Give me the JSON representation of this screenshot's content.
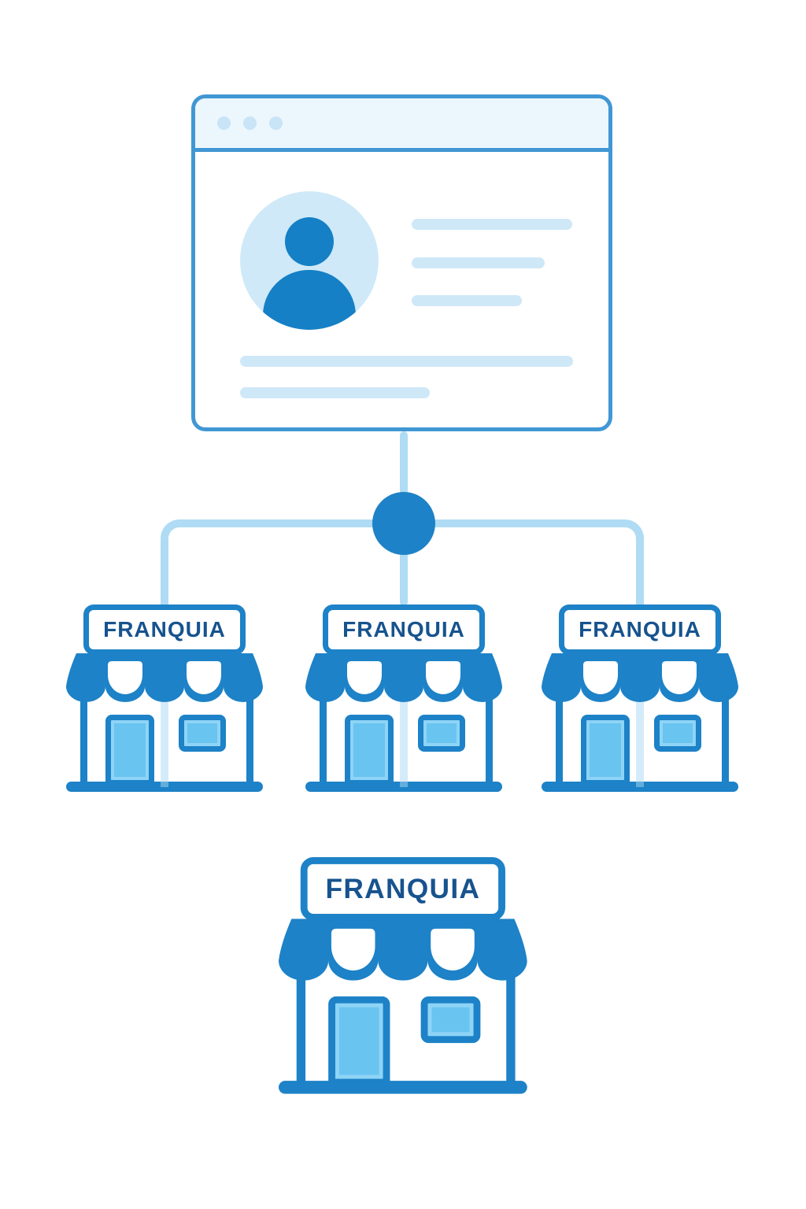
{
  "browser_card": {
    "window_controls_icon": "three-dots",
    "avatar_icon": "user-avatar",
    "placeholder_lines_icon": "text-skeleton"
  },
  "connector": {
    "hub_icon": "hub-node"
  },
  "stores": [
    {
      "label": "FRANQUIA"
    },
    {
      "label": "FRANQUIA"
    },
    {
      "label": "FRANQUIA"
    },
    {
      "label": "FRANQUIA"
    }
  ],
  "colors": {
    "primary_blue": "#1d82c7",
    "light_fill_blue": "#69c4f0",
    "pale_skeleton_blue": "#cfe8f8",
    "connector_blue": "#afdcf4",
    "sign_text_navy": "#17538e",
    "browser_border_blue": "#4197d4",
    "browser_header_bg": "#ecf6fd",
    "avatar_bg": "#cfe9f8",
    "avatar_person_blue": "#1580c5"
  }
}
